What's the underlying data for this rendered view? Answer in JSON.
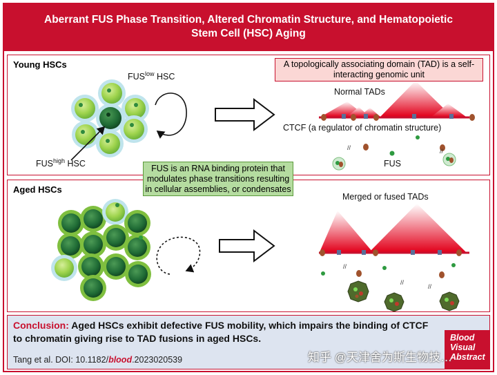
{
  "header": {
    "title_line1": "Aberrant FUS Phase Transition, Altered Chromatin Structure, and Hematopoietic",
    "title_line2": "Stem Cell (HSC) Aging"
  },
  "young_panel": {
    "title": "Young HSCs",
    "fus_low_prefix": "FUS",
    "fus_low_sup": "low",
    "fus_low_suffix": " HSC",
    "fus_high_prefix": "FUS",
    "fus_high_sup": "high",
    "fus_high_suffix": " HSC",
    "tad_definition_line1": "A topologically associating domain (TAD) is a self-",
    "tad_definition_line2": "interacting genomic unit",
    "normal_tads_label": "Normal TADs",
    "ctcf_label": "CTCF (a regulator of chromatin structure)",
    "fus_label": "FUS"
  },
  "fus_note": {
    "line1": "FUS is an RNA binding protein that",
    "line2": "modulates phase transitions resulting",
    "line3": "in cellular assemblies, or condensates"
  },
  "aged_panel": {
    "title": "Aged HSCs",
    "merged_tads_label": "Merged or fused TADs"
  },
  "conclusion": {
    "keyword": "Conclusion:",
    "text_line1": " Aged HSCs exhibit defective FUS mobility, which impairs the binding of CTCF",
    "text_line2": "to chromatin giving rise to TAD fusions in aged HSCs.",
    "citation_prefix": "Tang et al. DOI: 10.1182/",
    "citation_journal": "blood",
    "citation_suffix": ".2023020539"
  },
  "badge": {
    "line1": "Blood",
    "line2": "Visual",
    "line3": "Abstract"
  },
  "watermark": "知乎 @天津舍为斯生物技…",
  "colors": {
    "brand_red": "#c8102e",
    "note_green": "#b5dca0",
    "note_pink": "#fbd7d5",
    "conclusion_bg": "#dde4f0"
  }
}
